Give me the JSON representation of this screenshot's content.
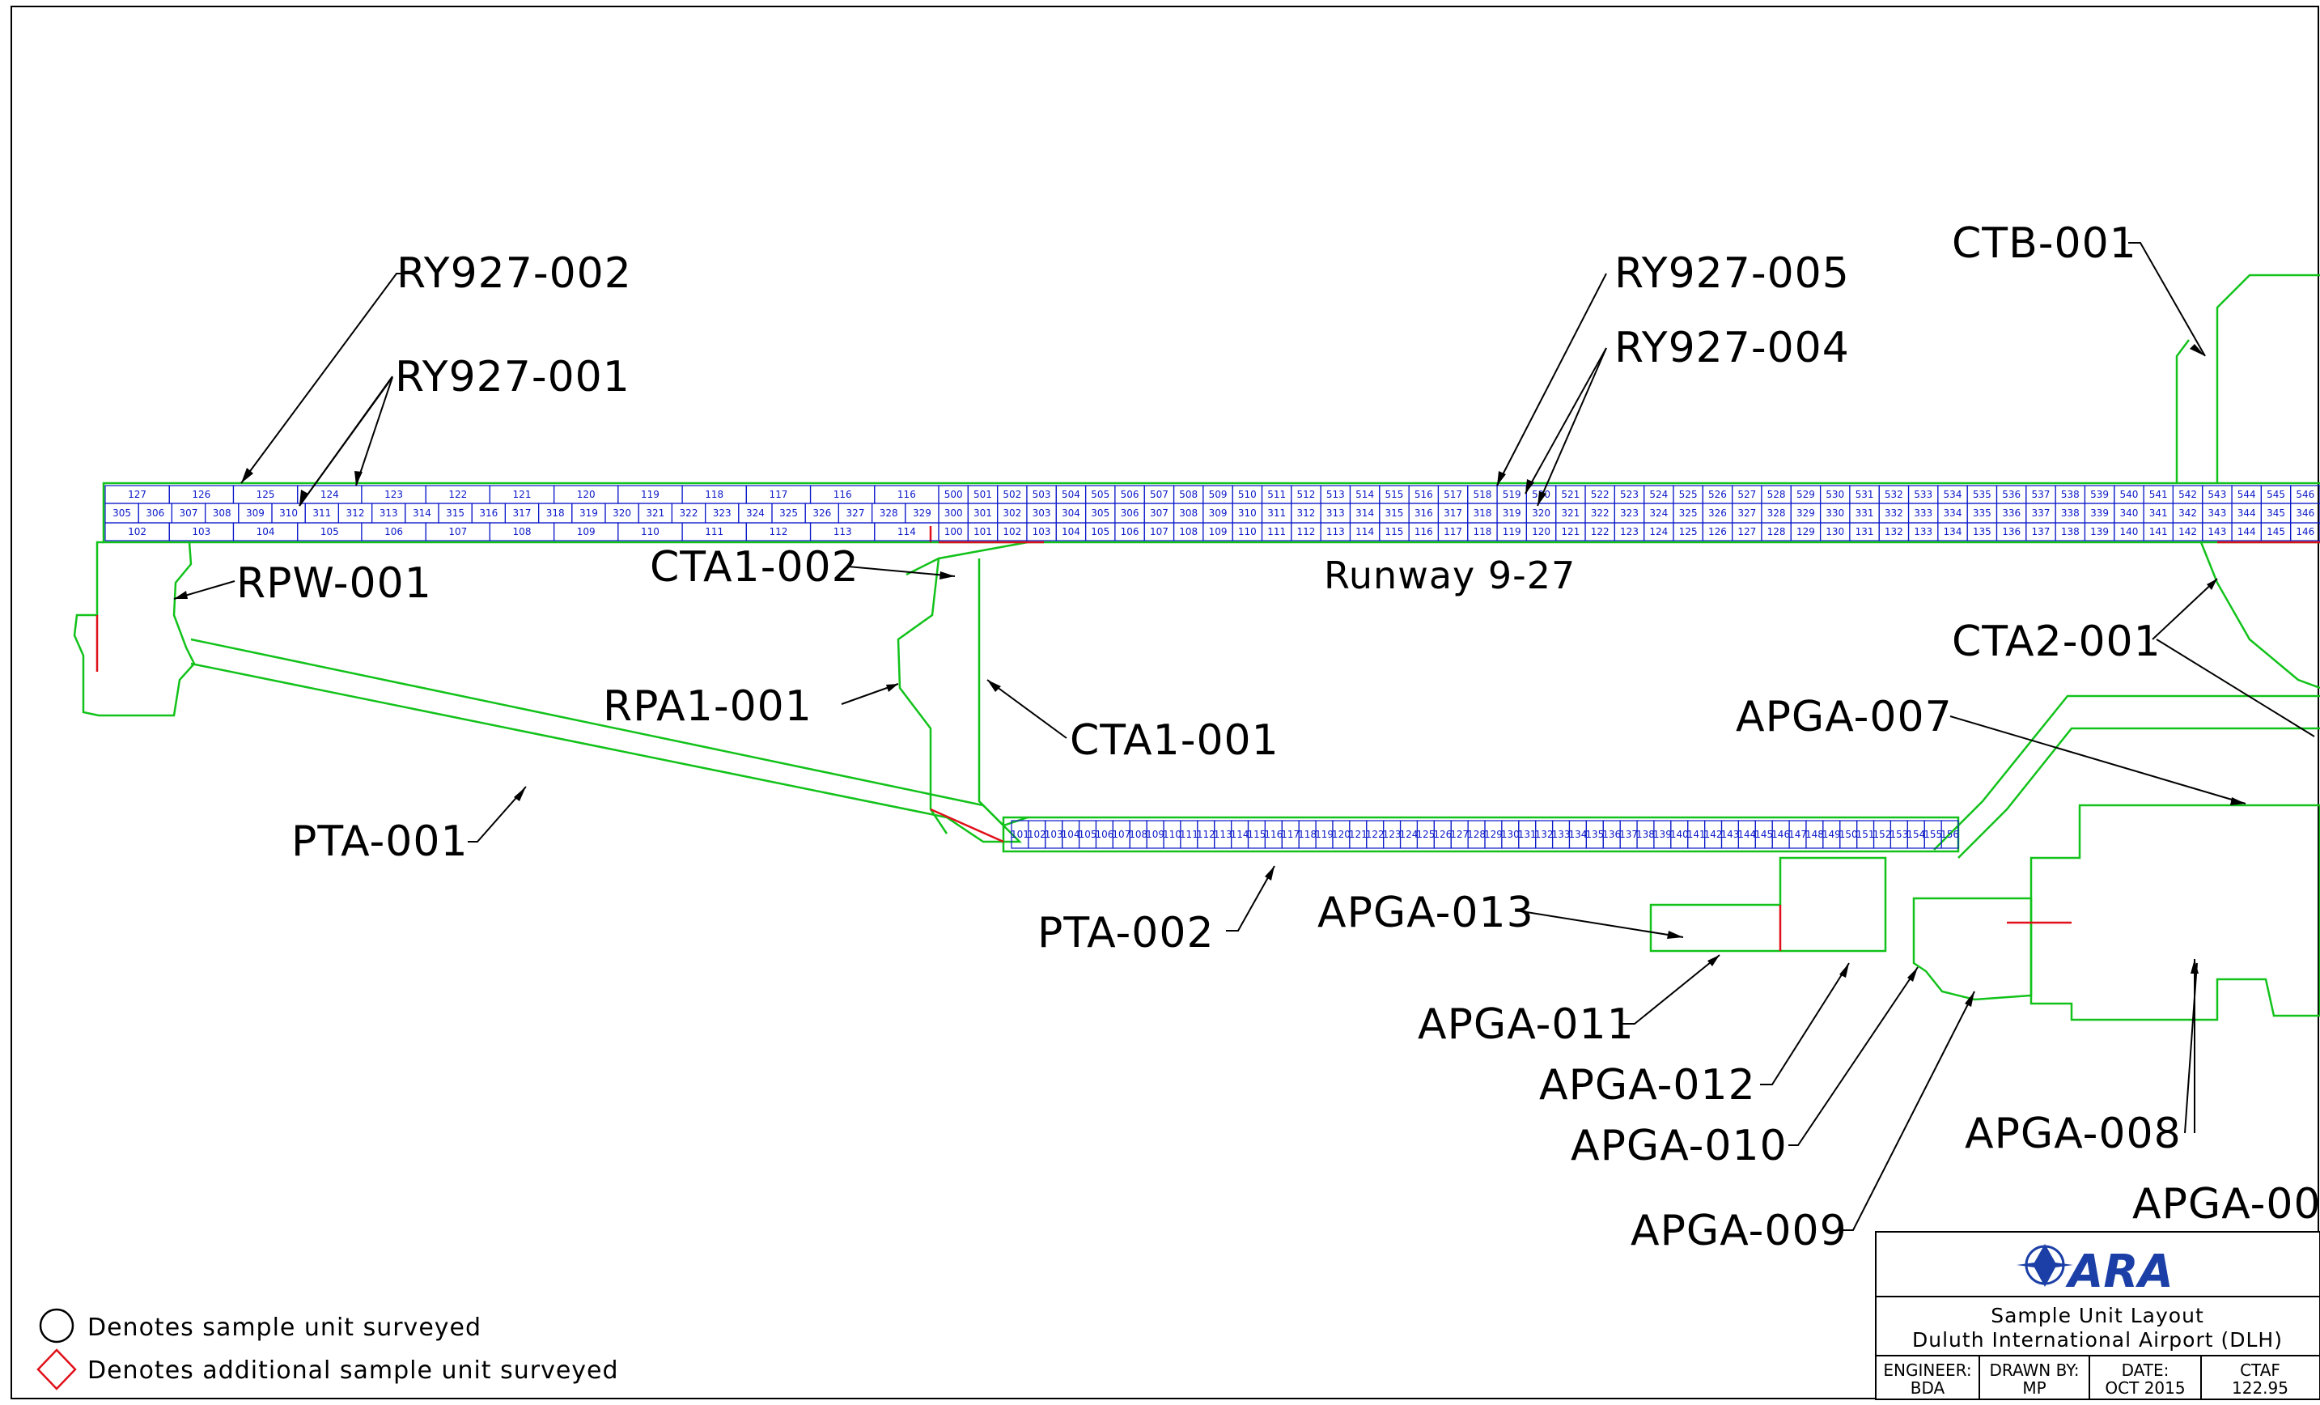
{
  "colors": {
    "pavement_outline": "#12c21a",
    "section_boundary": "#e0101a",
    "unit_grid": "#0a18c8",
    "leader": "#000000",
    "logo": "#1b3fa6"
  },
  "callouts": [
    {
      "id": "RY927-002",
      "text": "RY927-002"
    },
    {
      "id": "RY927-001",
      "text": "RY927-001"
    },
    {
      "id": "RPW-001",
      "text": "RPW-001"
    },
    {
      "id": "CTA1-002",
      "text": "CTA1-002"
    },
    {
      "id": "Runway",
      "text": "Runway 9-27"
    },
    {
      "id": "RPA1-001",
      "text": "RPA1-001"
    },
    {
      "id": "CTA1-001",
      "text": "CTA1-001"
    },
    {
      "id": "PTA-001",
      "text": "PTA-001"
    },
    {
      "id": "PTA-002",
      "text": "PTA-002"
    },
    {
      "id": "APGA-013",
      "text": "APGA-013"
    },
    {
      "id": "APGA-011",
      "text": "APGA-011"
    },
    {
      "id": "APGA-012",
      "text": "APGA-012"
    },
    {
      "id": "APGA-010",
      "text": "APGA-010"
    },
    {
      "id": "APGA-009",
      "text": "APGA-009"
    },
    {
      "id": "RY927-005",
      "text": "RY927-005"
    },
    {
      "id": "RY927-004",
      "text": "RY927-004"
    },
    {
      "id": "CTB-001",
      "text": "CTB-001"
    },
    {
      "id": "CTA2-001",
      "text": "CTA2-001"
    },
    {
      "id": "APGA-007",
      "text": "APGA-007"
    },
    {
      "id": "APGA-008",
      "text": "APGA-008"
    },
    {
      "id": "APGA-00",
      "text": "APGA-00"
    }
  ],
  "runway": {
    "row_top": [
      "127",
      "126",
      "125",
      "124",
      "123",
      "122",
      "121",
      "120",
      "119",
      "118",
      "117",
      "116",
      "116"
    ],
    "row_mid_west": [
      "305",
      "306",
      "307",
      "308",
      "309",
      "310",
      "311",
      "312",
      "313",
      "314",
      "315",
      "316",
      "317",
      "318",
      "319",
      "320",
      "321",
      "322",
      "323",
      "324",
      "325",
      "326",
      "327",
      "328",
      "329"
    ],
    "row_bot_west": [
      "102",
      "103",
      "104",
      "105",
      "106",
      "107",
      "108",
      "109",
      "110",
      "111",
      "112",
      "113",
      "114"
    ],
    "row_top_east_start": 500,
    "row_top_east_end": 546,
    "row_mid_east_start": 300,
    "row_mid_east_end": 346,
    "row_bot_east_start": 100,
    "row_bot_east_end": 146
  },
  "taxiway_pta002": {
    "start": 101,
    "end": 156
  },
  "legend": {
    "circle": "Denotes sample unit surveyed",
    "diamond": "Denotes additional sample unit surveyed"
  },
  "title_block": {
    "logo": "ARA",
    "title": "Sample Unit Layout",
    "subtitle": "Duluth International Airport (DLH)",
    "engineer_label": "ENGINEER:",
    "engineer": "BDA",
    "drawn_label": "DRAWN BY:",
    "drawn": "MP",
    "date_label": "DATE:",
    "date": "OCT 2015",
    "ctaf_label": "CTAF",
    "ctaf": "122.95"
  }
}
